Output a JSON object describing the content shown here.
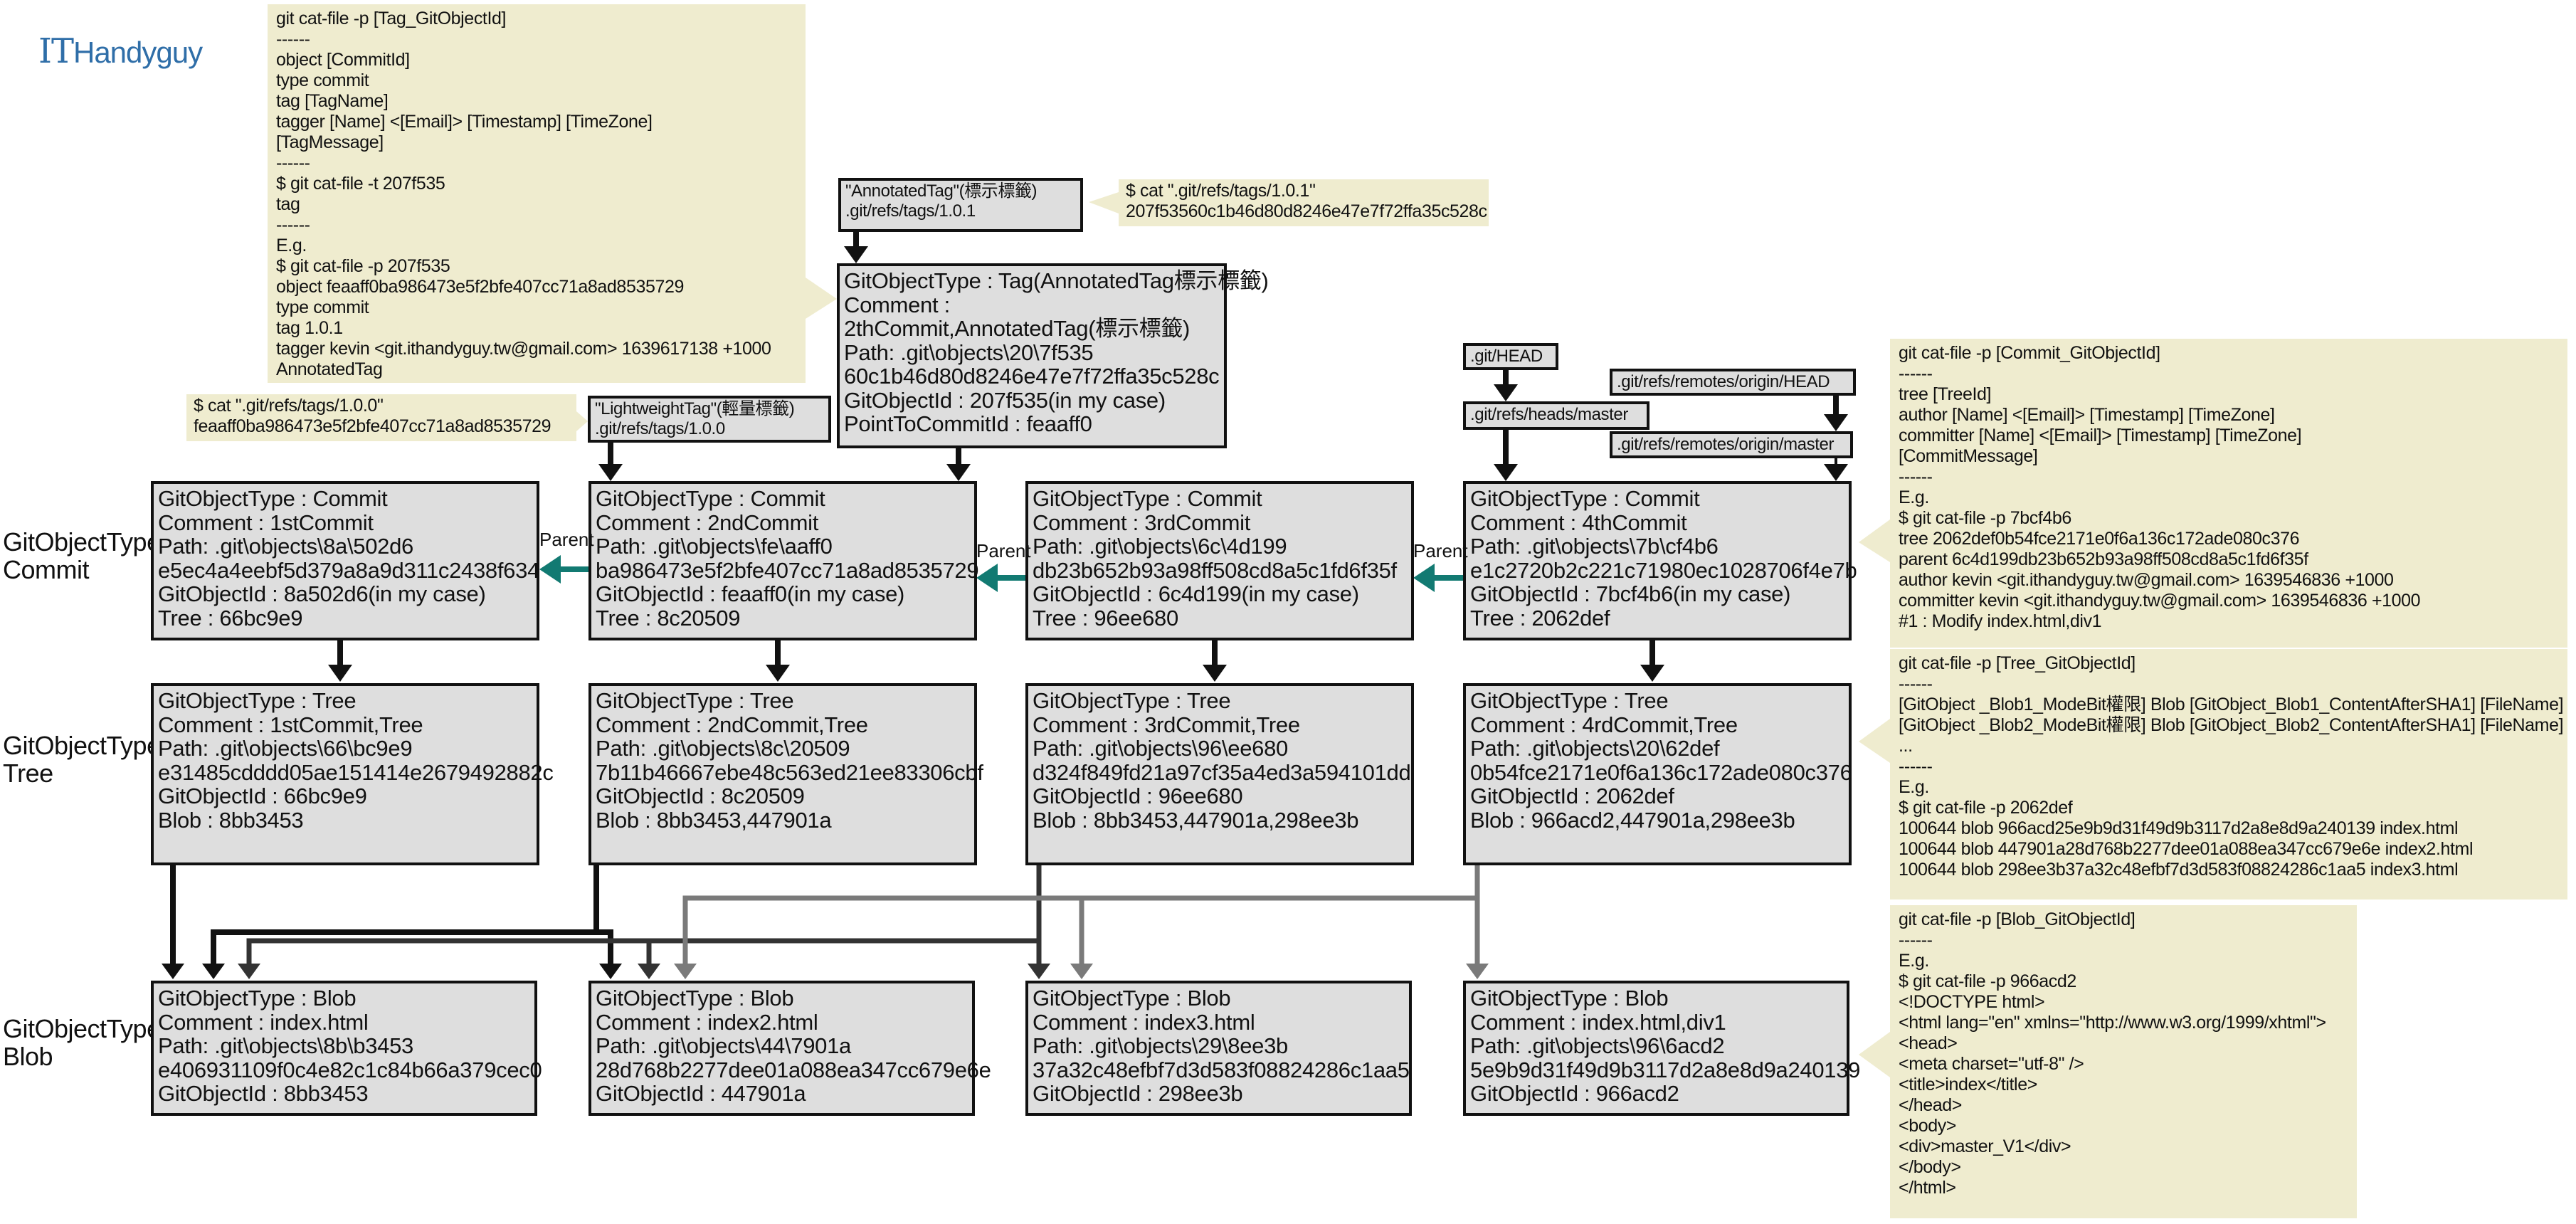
{
  "logo": {
    "brand": "ITHandyguy",
    "prefix": "IT",
    "rest": "Handyguy"
  },
  "row_labels": {
    "commit": [
      "GitObjectType",
      "Commit"
    ],
    "tree": [
      "GitObjectType",
      "Tree"
    ],
    "blob": [
      "GitObjectType",
      "Blob"
    ]
  },
  "parent_label": "Parent",
  "commits": [
    {
      "lines": [
        "GitObjectType : Commit",
        "Comment : 1stCommit",
        "Path: .git\\objects\\8a\\502d6",
        "e5ec4a4eebf5d379a8a9d311c2438f634",
        "GitObjectId : 8a502d6(in my case)",
        "Tree : 66bc9e9"
      ]
    },
    {
      "lines": [
        "GitObjectType : Commit",
        "Comment : 2ndCommit",
        "Path: .git\\objects\\fe\\aaff0",
        "ba986473e5f2bfe407cc71a8ad8535729",
        "GitObjectId : feaaff0(in my case)",
        "Tree : 8c20509"
      ]
    },
    {
      "lines": [
        "GitObjectType : Commit",
        "Comment : 3rdCommit",
        "Path: .git\\objects\\6c\\4d199",
        "db23b652b93a98ff508cd8a5c1fd6f35f",
        "GitObjectId : 6c4d199(in my case)",
        "Tree : 96ee680"
      ]
    },
    {
      "lines": [
        "GitObjectType : Commit",
        "Comment : 4thCommit",
        "Path: .git\\objects\\7b\\cf4b6",
        "e1c2720b2c221c71980ec1028706f4e7b",
        "GitObjectId : 7bcf4b6(in my case)",
        "Tree : 2062def"
      ]
    }
  ],
  "trees": [
    {
      "lines": [
        "GitObjectType : Tree",
        "Comment : 1stCommit,Tree",
        "Path: .git\\objects\\66\\bc9e9",
        "e31485cdddd05ae151414e2679492882c",
        "GitObjectId : 66bc9e9",
        "Blob : 8bb3453"
      ]
    },
    {
      "lines": [
        "GitObjectType : Tree",
        "Comment : 2ndCommit,Tree",
        "Path: .git\\objects\\8c\\20509",
        "7b11b46667ebe48c563ed21ee83306cbf",
        "GitObjectId : 8c20509",
        "Blob : 8bb3453,447901a"
      ]
    },
    {
      "lines": [
        "GitObjectType : Tree",
        "Comment : 3rdCommit,Tree",
        "Path: .git\\objects\\96\\ee680",
        "d324f849fd21a97cf35a4ed3a594101dd",
        "GitObjectId : 96ee680",
        "Blob : 8bb3453,447901a,298ee3b"
      ]
    },
    {
      "lines": [
        "GitObjectType : Tree",
        "Comment : 4rdCommit,Tree",
        "Path: .git\\objects\\20\\62def",
        "0b54fce2171e0f6a136c172ade080c376",
        "GitObjectId : 2062def",
        "Blob : 966acd2,447901a,298ee3b"
      ]
    }
  ],
  "blobs": [
    {
      "lines": [
        "GitObjectType : Blob",
        "Comment : index.html",
        "Path: .git\\objects\\8b\\b3453",
        "e406931109f0c4e82c1c84b66a379cec0",
        "GitObjectId : 8bb3453"
      ]
    },
    {
      "lines": [
        "GitObjectType : Blob",
        "Comment : index2.html",
        "Path: .git\\objects\\44\\7901a",
        "28d768b2277dee01a088ea347cc679e6e",
        "GitObjectId : 447901a"
      ]
    },
    {
      "lines": [
        "GitObjectType : Blob",
        "Comment : index3.html",
        "Path: .git\\objects\\29\\8ee3b",
        "37a32c48efbf7d3d583f08824286c1aa5",
        "GitObjectId : 298ee3b"
      ]
    },
    {
      "lines": [
        "GitObjectType : Blob",
        "Comment : index.html,div1",
        "Path: .git\\objects\\96\\6acd2",
        "5e9b9d31f49d9b3117d2a8e8d9a240139",
        "GitObjectId : 966acd2"
      ]
    }
  ],
  "tag_object": {
    "lines": [
      "GitObjectType : Tag(AnnotatedTag標示標籤)",
      "Comment :",
      "2thCommit,AnnotatedTag(標示標籤)",
      "Path: .git\\objects\\20\\7f535",
      "60c1b46d80d8246e47e7f72ffa35c528c",
      "GitObjectId : 207f535(in my case)",
      "PointToCommitId : feaaff0"
    ]
  },
  "refs": {
    "annotated_tag": [
      "\"AnnotatedTag\"(標示標籤)",
      ".git/refs/tags/1.0.1"
    ],
    "lightweight_tag": [
      "\"LightweightTag\"(輕量標籤)",
      ".git/refs/tags/1.0.0"
    ],
    "head": [
      ".git/HEAD"
    ],
    "master": [
      ".git/refs/heads/master"
    ],
    "remote_head": [
      ".git/refs/remotes/origin/HEAD"
    ],
    "remote_master": [
      ".git/refs/remotes/origin/master"
    ]
  },
  "notes": {
    "tag_catfile": [
      "git cat-file -p [Tag_GitObjectId]",
      "------",
      "object [CommitId]",
      "type commit",
      "tag [TagName]",
      "tagger [Name] <[Email]> [Timestamp] [TimeZone]",
      "[TagMessage]",
      "------",
      "$ git cat-file -t 207f535",
      "tag",
      "------",
      "E.g.",
      "$ git cat-file -p 207f535",
      "object feaaff0ba986473e5f2bfe407cc71a8ad8535729",
      "type commit",
      "tag 1.0.1",
      "tagger kevin <git.ithandyguy.tw@gmail.com> 1639617138 +1000",
      "AnnotatedTag"
    ],
    "cat_101": [
      "$ cat \".git/refs/tags/1.0.1\"",
      "207f53560c1b46d80d8246e47e7f72ffa35c528c"
    ],
    "cat_100": [
      "$ cat \".git/refs/tags/1.0.0\"",
      "feaaff0ba986473e5f2bfe407cc71a8ad8535729"
    ],
    "commit_catfile": [
      "git cat-file -p [Commit_GitObjectId]",
      "------",
      "tree [TreeId]",
      "author [Name] <[Email]> [Timestamp] [TimeZone]",
      "committer [Name] <[Email]> [Timestamp] [TimeZone]",
      "[CommitMessage]",
      "------",
      "E.g.",
      "$ git cat-file -p 7bcf4b6",
      "tree 2062def0b54fce2171e0f6a136c172ade080c376",
      "parent 6c4d199db23b652b93a98ff508cd8a5c1fd6f35f",
      "author kevin <git.ithandyguy.tw@gmail.com> 1639546836 +1000",
      "committer kevin <git.ithandyguy.tw@gmail.com> 1639546836 +1000",
      "#1 : Modify index.html,div1"
    ],
    "tree_catfile": [
      "git cat-file -p [Tree_GitObjectId]",
      "------",
      "[GitObject _Blob1_ModeBit權限] Blob [GitObject_Blob1_ContentAfterSHA1] [FileName]",
      "[GitObject _Blob2_ModeBit權限] Blob [GitObject_Blob2_ContentAfterSHA1] [FileName]",
      "...",
      "------",
      "E.g.",
      "$ git cat-file -p 2062def",
      "100644 blob 966acd25e9b9d31f49d9b3117d2a8e8d9a240139    index.html",
      "100644 blob 447901a28d768b2277dee01a088ea347cc679e6e    index2.html",
      "100644 blob 298ee3b37a32c48efbf7d3d583f08824286c1aa5    index3.html"
    ],
    "blob_catfile": [
      "git cat-file -p [Blob_GitObjectId]",
      "------",
      "E.g.",
      "$ git cat-file -p 966acd2",
      "<!DOCTYPE html>",
      "<html lang=\"en\" xmlns=\"http://www.w3.org/1999/xhtml\">",
      "<head>",
      "    <meta charset=\"utf-8\" />",
      "    <title>index</title>",
      "</head>",
      "<body>",
      "    <div>master_V1</div>",
      "</body>",
      "</html>"
    ]
  },
  "colors": {
    "note_bg": "#efeccf",
    "box_bg": "#dedede",
    "parent_arrow": "#127a72",
    "logo": "#2f6ea8"
  }
}
